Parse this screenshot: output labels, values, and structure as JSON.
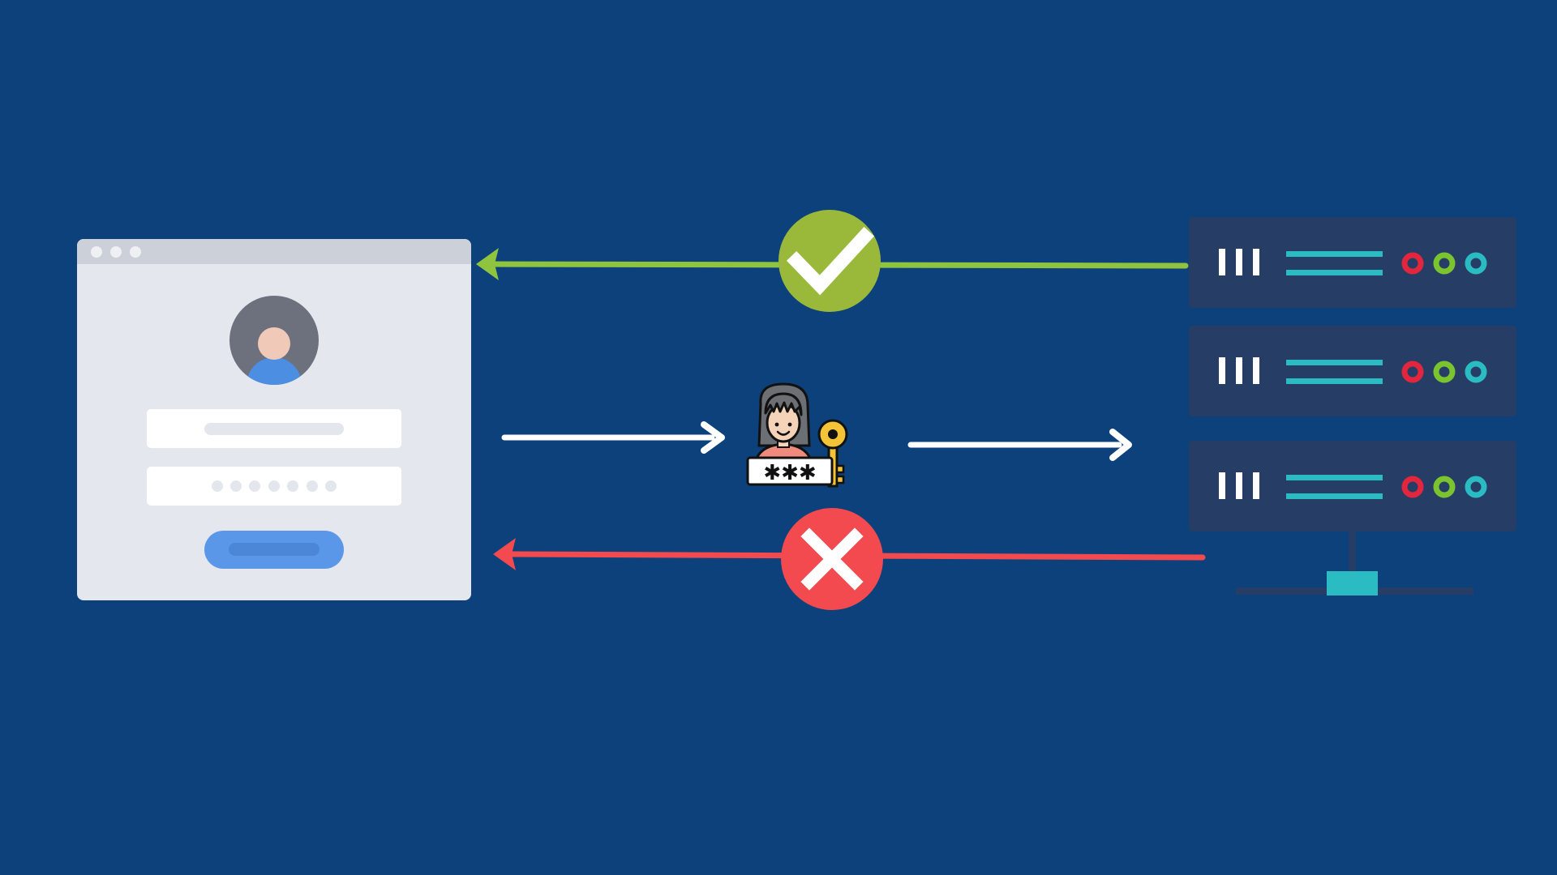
{
  "colors": {
    "background": "#0c417c",
    "browser_body": "#e4e7ee",
    "browser_titlebar": "#ccd0d9",
    "browser_dots": "#eef0f4",
    "field": "#ffffff",
    "field_placeholder": "#e3e6ec",
    "submit_button": "#5b97e9",
    "submit_button_bar": "#4c86d7",
    "avatar_bg": "#6c717d",
    "avatar_face": "#f1c9b8",
    "avatar_body": "#4b8ee2",
    "success": "#9ab93b",
    "success_line": "#8fc43e",
    "failure": "#f24a4f",
    "arrow_request": "#ffffff",
    "server_unit": "#263d66",
    "server_accent": "#2bbcc3",
    "led_red": "#e2263d",
    "led_green": "#7cc42f",
    "led_cyan": "#2bbcc3",
    "key": "#f5c338",
    "person_shirt": "#ef8a7d",
    "person_hair": "#6c6f74",
    "person_skin": "#f4d3b8"
  },
  "diagram": {
    "nodes": [
      {
        "id": "login-window",
        "kind": "browser-login-form",
        "icon": "user-avatar-icon",
        "fields": [
          "username",
          "password"
        ],
        "has_submit": true
      },
      {
        "id": "credentials",
        "kind": "user-with-password-and-key",
        "icon": "user-key-icon",
        "password_mask": "✱✱✱"
      },
      {
        "id": "server",
        "kind": "server-rack",
        "units": 3
      }
    ],
    "edges": [
      {
        "id": "request-to-user",
        "from": "login-window",
        "to": "credentials",
        "color_key": "arrow_request"
      },
      {
        "id": "request-to-server",
        "from": "credentials",
        "to": "server",
        "color_key": "arrow_request"
      },
      {
        "id": "success-response",
        "from": "server",
        "to": "login-window",
        "badge": "checkmark-icon",
        "color_key": "success_line"
      },
      {
        "id": "failure-response",
        "from": "server",
        "to": "login-window",
        "badge": "x-mark-icon",
        "color_key": "failure"
      }
    ]
  }
}
